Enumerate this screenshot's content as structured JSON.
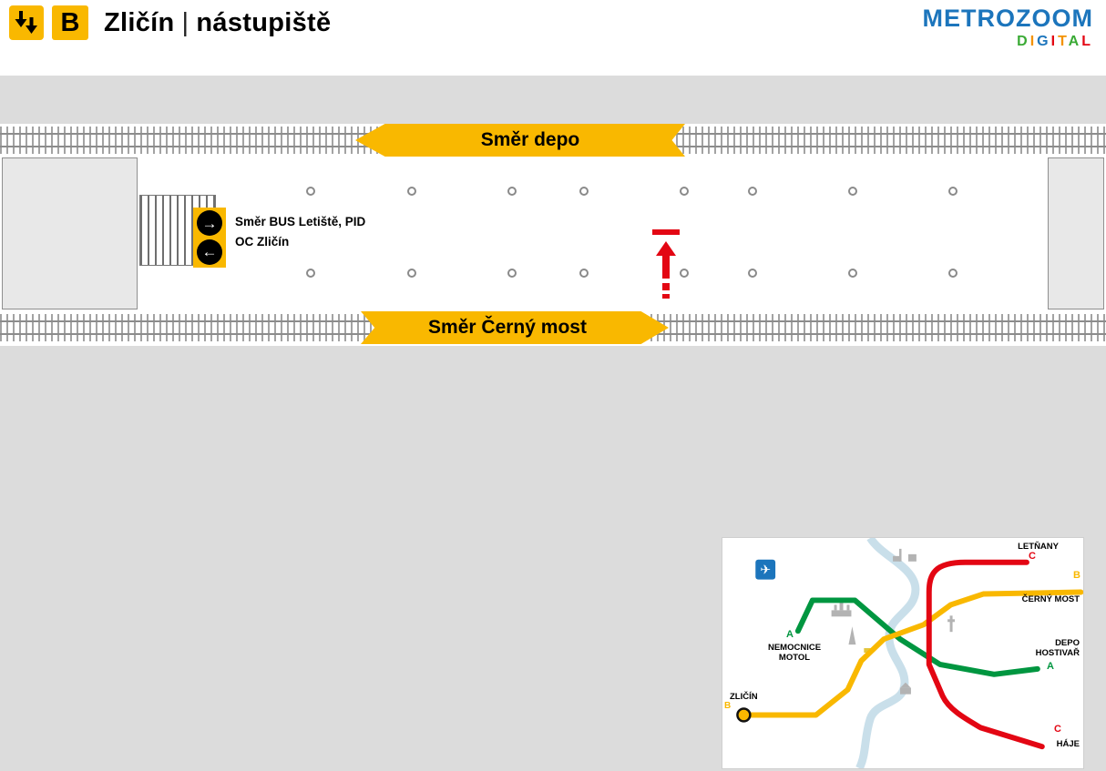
{
  "header": {
    "entrance_icon": "double-down-arrows-icon",
    "line_badge": "B",
    "station": "Zličín",
    "separator": "|",
    "area": "nástupiště",
    "logo": {
      "main": "METROZOOM",
      "sub_letters": [
        {
          "ch": "D",
          "color": "#3AAA35"
        },
        {
          "ch": "I",
          "color": "#F39200"
        },
        {
          "ch": "G",
          "color": "#1C75BC"
        },
        {
          "ch": "I",
          "color": "#E30613"
        },
        {
          "ch": "T",
          "color": "#F39200"
        },
        {
          "ch": "A",
          "color": "#3AAA35"
        },
        {
          "ch": "L",
          "color": "#E30613"
        }
      ]
    }
  },
  "platform": {
    "banner_top": "Směr depo",
    "banner_bottom": "Směr Černý most",
    "exit_sign": {
      "arrow_right_icon": "→",
      "arrow_left_icon": "←",
      "line1": "Směr BUS Letiště, PID",
      "line2": "OC Zličín"
    },
    "pillar_columns_x": [
      341,
      452,
      562,
      641,
      751,
      826,
      936,
      1046
    ]
  },
  "map": {
    "airport": {
      "icon_char": "✈"
    },
    "current_station": "ZLIČÍN",
    "labels": {
      "letnany": "LETŇANY",
      "letter_c_top": "C",
      "letter_b_right": "B",
      "cerny_most": "ČERNÝ MOST",
      "depo_hostivar": "DEPO\nHOSTIVAŘ",
      "letter_a_right": "A",
      "letter_a_left": "A",
      "nemocnice_motol": "NEMOCNICE\nMOTOL",
      "zlicin": "ZLIČÍN",
      "letter_b_left": "B",
      "letter_c_bottom": "C",
      "haje": "HÁJE"
    }
  },
  "colors": {
    "line_a": "#009640",
    "line_b": "#F9B800",
    "line_c": "#E30613",
    "metro_blue": "#1C75BC",
    "marker_red": "#E30613",
    "band_gray": "#DCDCDC",
    "river_blue": "#C9DFEA",
    "black": "#000000"
  }
}
